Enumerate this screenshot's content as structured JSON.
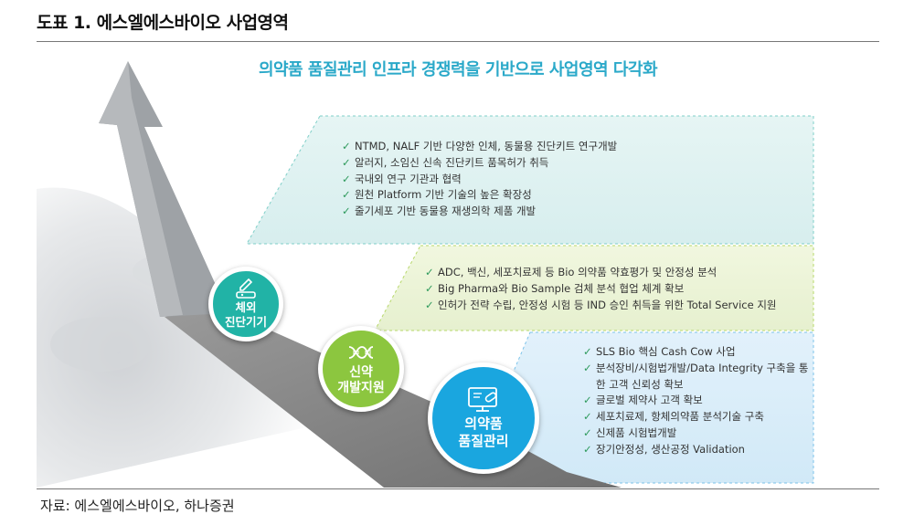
{
  "header": {
    "title": "도표 1. 에스엘에스바이오 사업영역"
  },
  "figure": {
    "headline": "의약품 품질관리 인프라 경쟁력을 기반으로 사업영역 다각화",
    "stages": [
      {
        "label_line1": "체외",
        "label_line2": "진단기기",
        "color": "#21b3a6",
        "items": [
          "NTMD, NALF 기반 다양한 인체, 동물용 진단키트 연구개발",
          "알러지, 소임신 신속 진단키트 품목허가 취득",
          "국내외 연구 기관과 협력",
          "원천 Platform 기반 기술의 높은 확장성",
          "줄기세포 기반 동물용 재생의학 제품 개발"
        ]
      },
      {
        "label_line1": "신약",
        "label_line2": "개발지원",
        "color": "#8cc63f",
        "items": [
          "ADC, 백신, 세포치료제 등 Bio 의약품 약효평가 및 안정성 분석",
          "Big Pharma와 Bio Sample 검체 분석 협업 체계 확보",
          "인허가 전략 수립, 안정성 시험 등 IND 승인 취득을 위한 Total Service 지원"
        ]
      },
      {
        "label_line1": "의약품",
        "label_line2": "품질관리",
        "color": "#1aa6df",
        "items": [
          "SLS Bio 핵심 Cash Cow 사업",
          "분석장비/시험법개발/Data Integrity 구축을 통한 고객 신뢰성 확보",
          "글로벌 제약사 고객 확보",
          "세포치료제, 항체의약품 분석기술 구축",
          "신제품 시험법개발",
          "장기안정성, 생산공정 Validation"
        ]
      }
    ]
  },
  "footer": {
    "source": "자료: 에스엘에스바이오, 하나증권"
  }
}
